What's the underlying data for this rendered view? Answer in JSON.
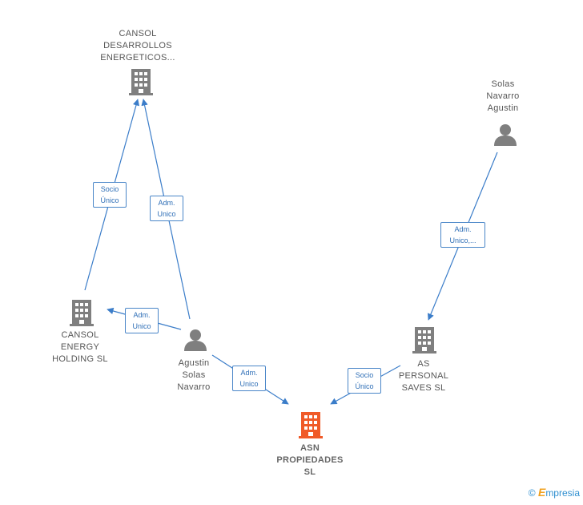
{
  "colors": {
    "node": "#7f7f7f",
    "main_node": "#f05a28",
    "edge": "#3b7dc9",
    "label_border": "#4a86c8"
  },
  "nodes": {
    "cansol_desarrollos": {
      "lines": [
        "CANSOL",
        "DESARROLLOS",
        "ENERGETICOS..."
      ],
      "icon": "building-icon"
    },
    "cansol_energy": {
      "lines": [
        "CANSOL",
        "ENERGY",
        "HOLDING  SL"
      ],
      "icon": "building-icon"
    },
    "agustin": {
      "lines": [
        "Agustin",
        "Solas",
        "Navarro"
      ],
      "icon": "person-icon"
    },
    "solas_navarro": {
      "lines": [
        "Solas",
        "Navarro",
        "Agustin"
      ],
      "icon": "person-icon"
    },
    "as_personal": {
      "lines": [
        "AS",
        "PERSONAL",
        "SAVES  SL"
      ],
      "icon": "building-icon"
    },
    "asn": {
      "lines": [
        "ASN",
        "PROPIEDADES",
        "SL"
      ],
      "icon": "building-icon"
    }
  },
  "edges": {
    "socio_unico_1": {
      "lines": [
        "Socio",
        "Único"
      ]
    },
    "adm_unico_1": {
      "lines": [
        "Adm.",
        "Unico"
      ]
    },
    "adm_unico_2": {
      "lines": [
        "Adm.",
        "Unico"
      ]
    },
    "adm_unico_3": {
      "lines": [
        "Adm.",
        "Unico"
      ]
    },
    "adm_unico_4": {
      "lines": [
        "Adm.",
        "Unico,..."
      ]
    },
    "socio_unico_2": {
      "lines": [
        "Socio",
        "Único"
      ]
    }
  },
  "watermark": {
    "copyright": "©",
    "brand_first": "E",
    "brand_rest": "mpresia"
  }
}
